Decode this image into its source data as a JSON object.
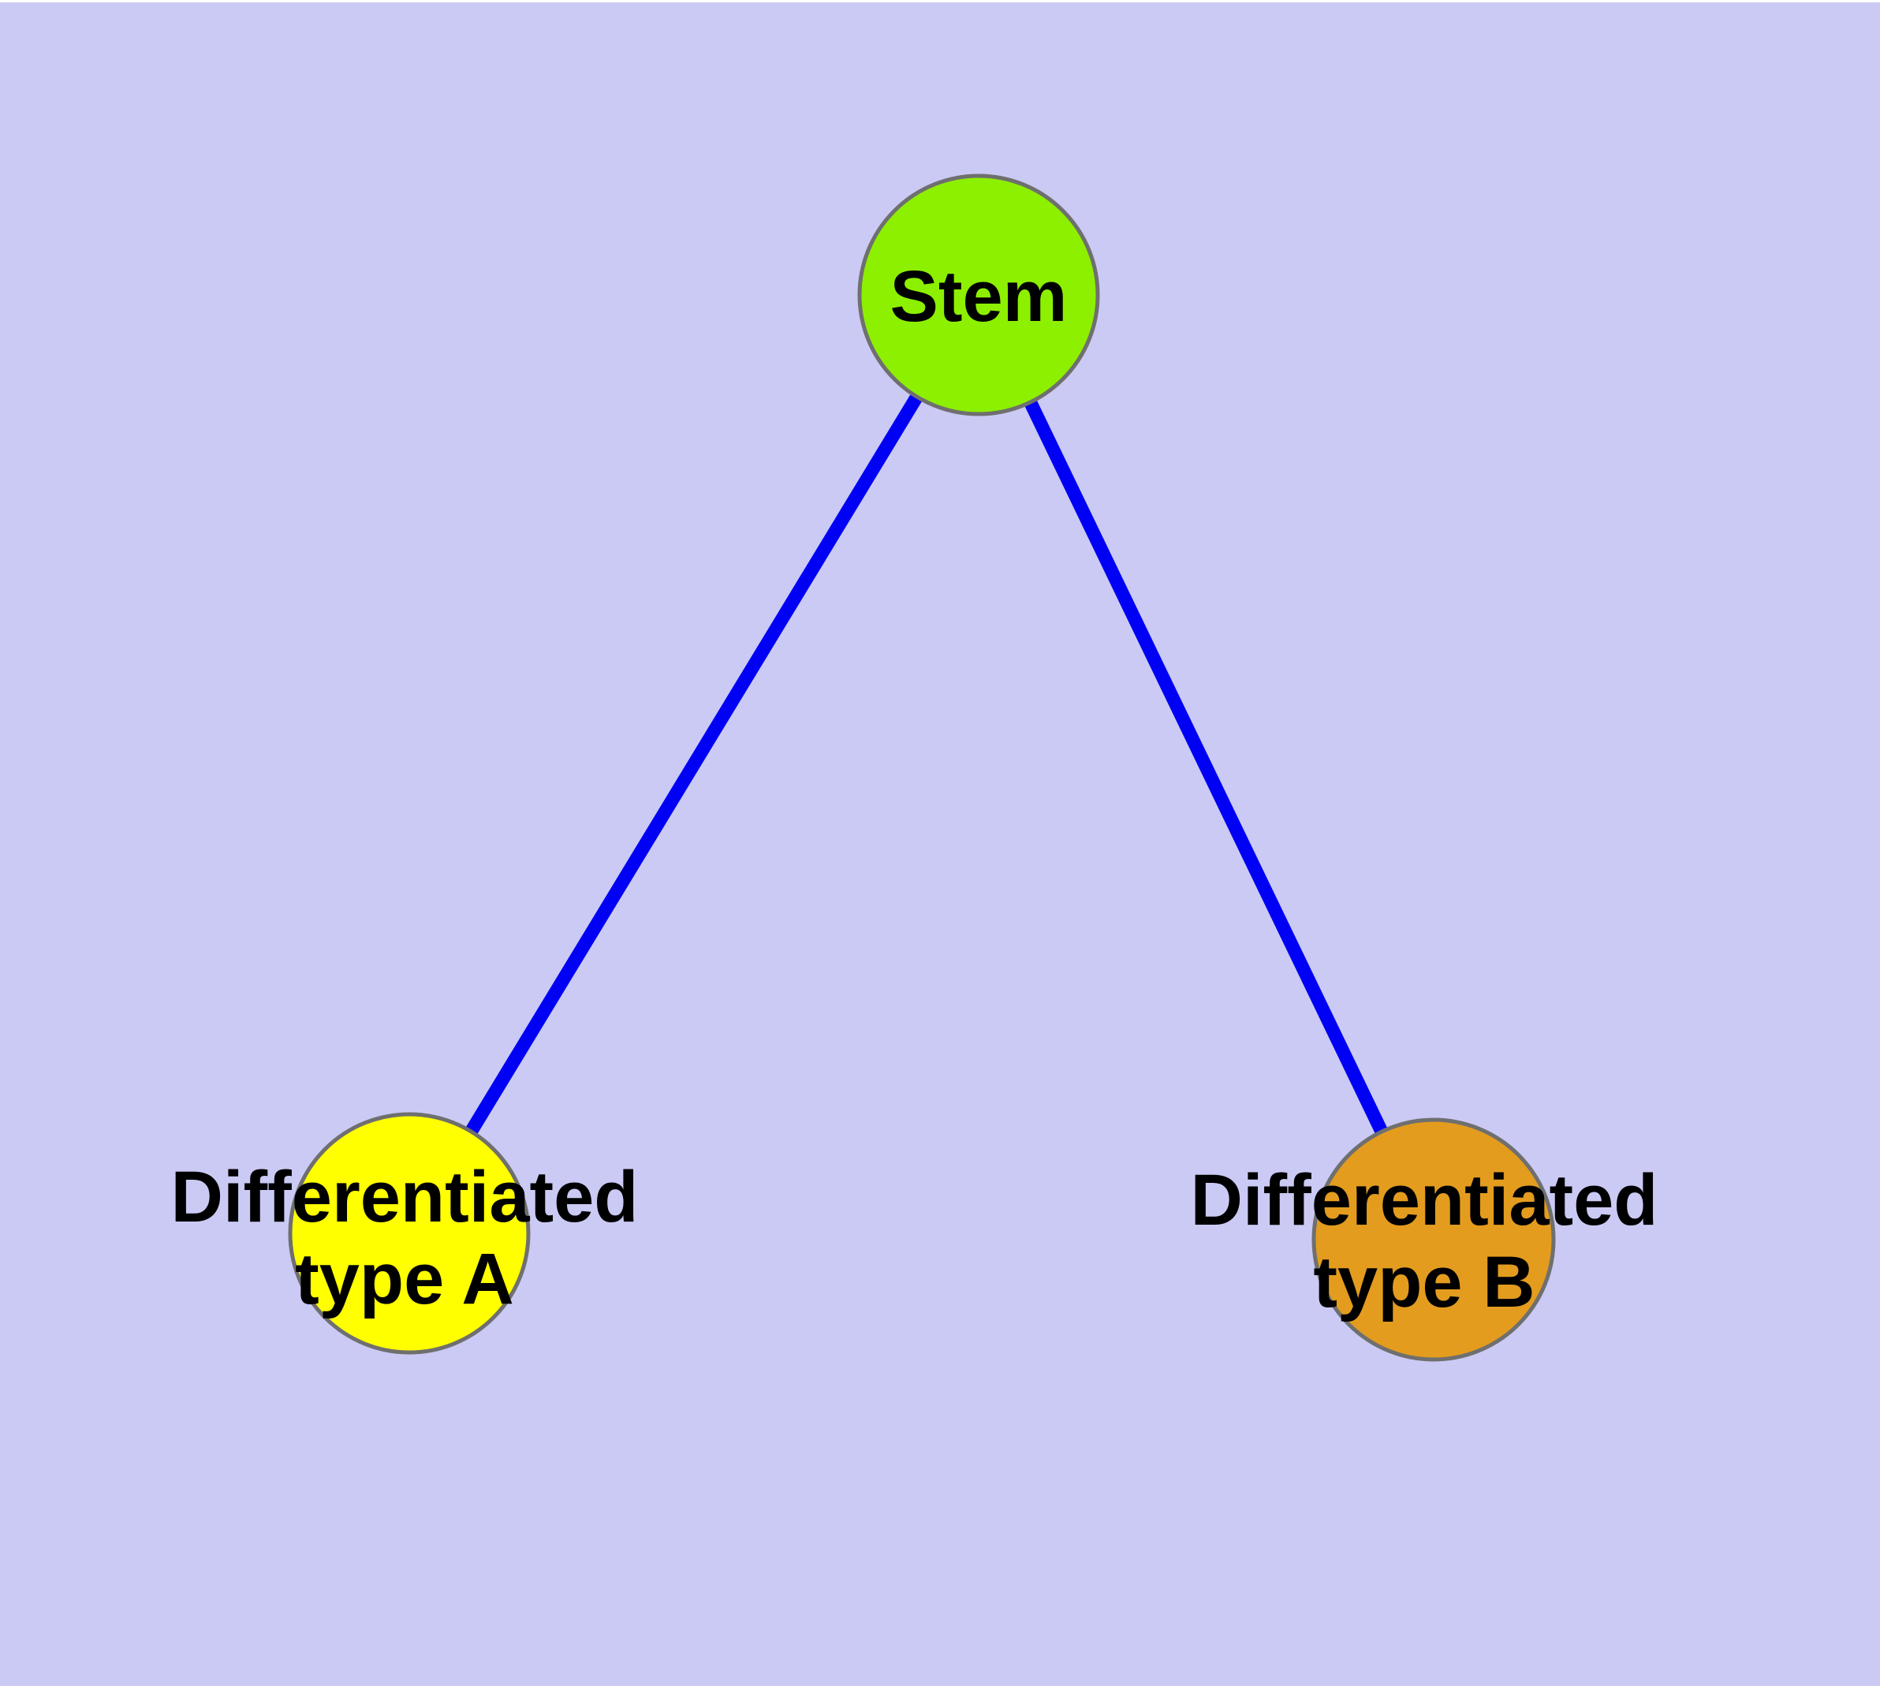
{
  "diagram": {
    "type": "graph",
    "description": "Stem cell differentiation tree: one stem node linked to two differentiated cell type nodes",
    "nodes": {
      "stem": {
        "label": "Stem",
        "fill": "#8CF000"
      },
      "diff_a": {
        "line1": "Differentiated",
        "line2": "type A",
        "label": "Differentiated type A",
        "fill": "#FFFF00"
      },
      "diff_b": {
        "line1": "Differentiated",
        "line2": "type B",
        "label": "Differentiated type B",
        "fill": "#E39C1E"
      }
    },
    "edges": [
      {
        "from": "Stem",
        "to": "Differentiated type A"
      },
      {
        "from": "Stem",
        "to": "Differentiated type B"
      }
    ],
    "colors": {
      "background": "#CACAF4",
      "top_strip": "#FFFFFF",
      "edge": "#0000F5",
      "node_border": "#6F6F6F",
      "label_text": "#000000"
    }
  }
}
